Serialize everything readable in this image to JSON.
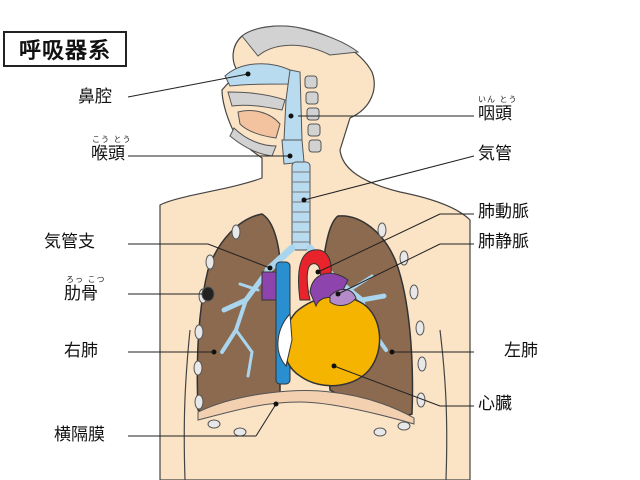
{
  "title": "呼吸器系",
  "labels": {
    "nasal_cavity": "鼻腔",
    "pharynx": "咽頭",
    "pharynx_ruby": "いん とう",
    "larynx": "喉頭",
    "larynx_ruby": "こう とう",
    "trachea": "気管",
    "pulmonary_artery": "肺動脈",
    "pulmonary_vein": "肺静脈",
    "bronchus": "気管支",
    "rib": "肋骨",
    "rib_ruby": "ろっ こつ",
    "right_lung": "右肺",
    "left_lung": "左肺",
    "heart": "心臓",
    "diaphragm": "横隔膜"
  },
  "colors": {
    "skin": "#fbe3c6",
    "lung": "#8b6a4f",
    "bronchi": "#a9d6ee",
    "airway": "#b9dbef",
    "heart": "#f5b400",
    "pulmonary_artery": "#8e44ad",
    "aorta": "#e8232b",
    "vena_cava": "#2a8fd1",
    "bone": "#d2d2d2",
    "outline": "#333333"
  }
}
